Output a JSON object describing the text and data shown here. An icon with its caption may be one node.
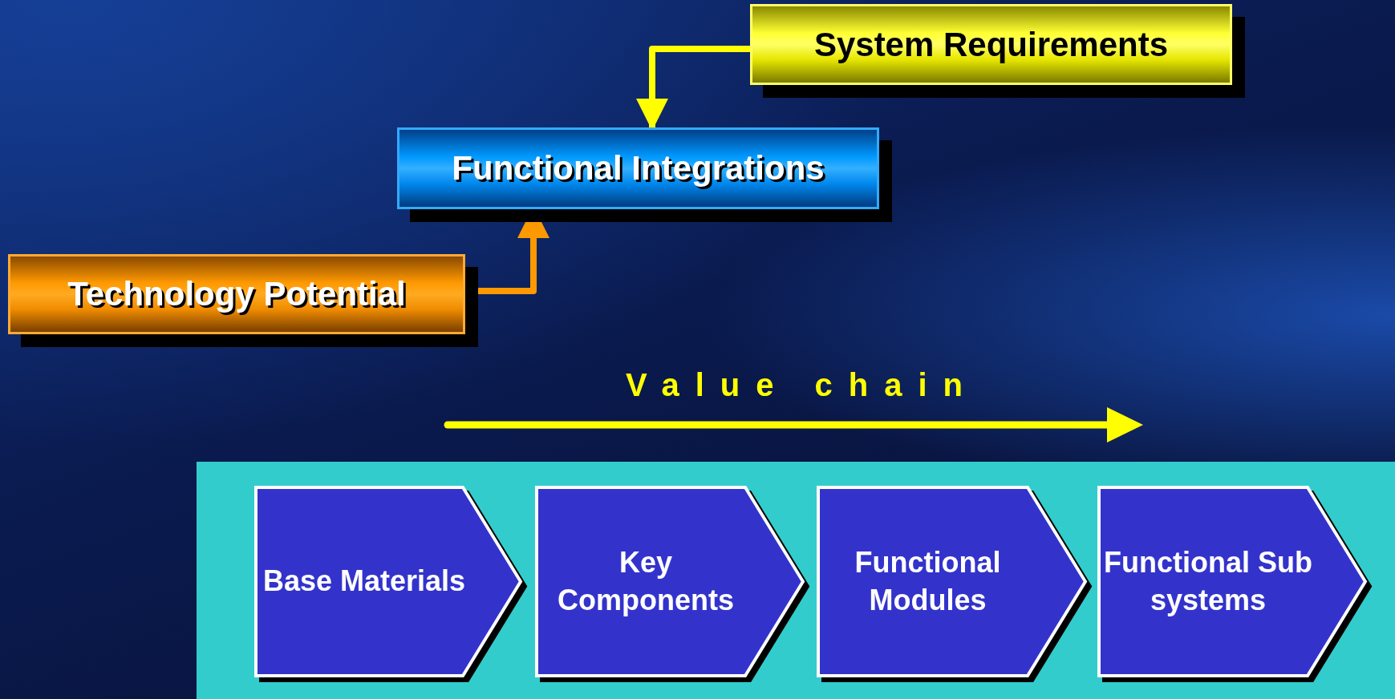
{
  "diagram": {
    "nodes": [
      {
        "text": [
          "System Requirements"
        ]
      },
      {
        "text": [
          "Functional Integrations"
        ]
      },
      {
        "text": [
          "Technology Potential"
        ]
      },
      {
        "text": [
          "Base Materials"
        ]
      },
      {
        "text": [
          "Key Components"
        ]
      },
      {
        "text": [
          "Functional Modules"
        ]
      },
      {
        "text": [
          "Functional Sub systems"
        ]
      }
    ],
    "edges": [
      {
        "from": 0,
        "to": 1,
        "arrow": "to",
        "color": "#ffff00"
      },
      {
        "from": 2,
        "to": 1,
        "arrow": "to",
        "color": "#ff9900"
      }
    ],
    "labels": [
      "Value chain"
    ]
  }
}
